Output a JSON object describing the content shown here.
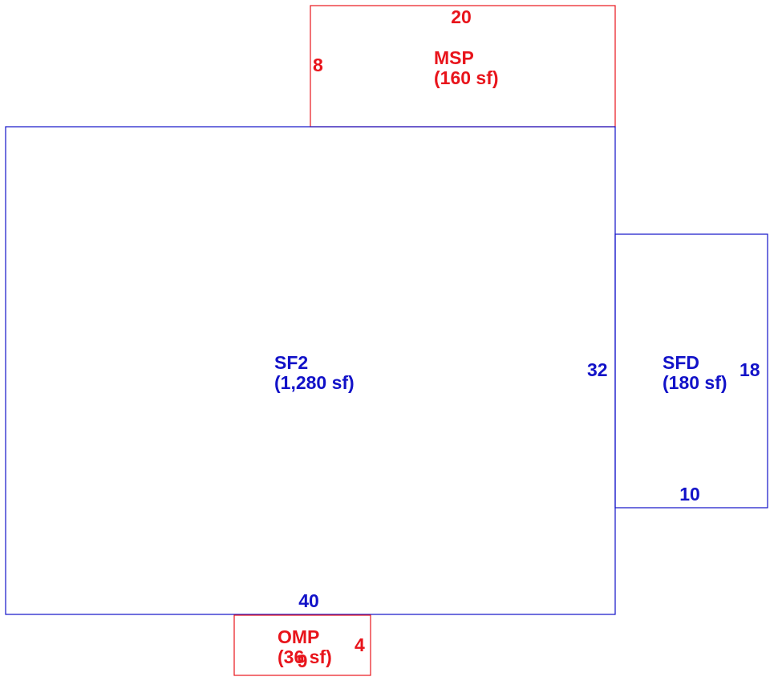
{
  "colors": {
    "red": "#e8141b",
    "blue": "#1212c8"
  },
  "areas": {
    "msp": {
      "code": "MSP",
      "area": "(160 sf)",
      "width_label": "20",
      "depth_label": "8"
    },
    "sf2": {
      "code": "SF2",
      "area": "(1,280 sf)",
      "width_label": "40",
      "depth_label": "32"
    },
    "sfd": {
      "code": "SFD",
      "area": "(180 sf)",
      "width_label": "10",
      "depth_label": "18"
    },
    "omp": {
      "code": "OMP",
      "area": "(36 sf)",
      "width_label": "9",
      "depth_label": "4"
    }
  }
}
